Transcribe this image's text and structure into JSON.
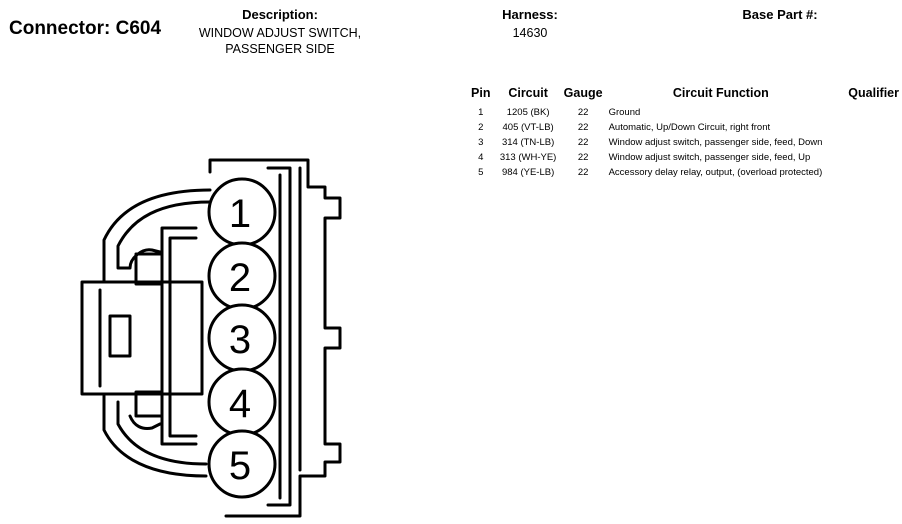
{
  "connector": {
    "label": "Connector: C604"
  },
  "description": {
    "label": "Description:",
    "lines": [
      "WINDOW ADJUST SWITCH,",
      "PASSENGER SIDE"
    ]
  },
  "harness": {
    "label": "Harness:",
    "value": "14630"
  },
  "base_part": {
    "label": "Base Part #:",
    "value": ""
  },
  "table": {
    "headers": {
      "pin": "Pin",
      "circuit": "Circuit",
      "gauge": "Gauge",
      "function": "Circuit Function",
      "qualifier": "Qualifier"
    },
    "rows": [
      {
        "pin": "1",
        "circuit": "1205 (BK)",
        "gauge": "22",
        "function": "Ground",
        "qualifier": ""
      },
      {
        "pin": "2",
        "circuit": "405 (VT-LB)",
        "gauge": "22",
        "function": "Automatic, Up/Down Circuit, right front",
        "qualifier": ""
      },
      {
        "pin": "3",
        "circuit": "314 (TN-LB)",
        "gauge": "22",
        "function": "Window adjust switch, passenger side, feed, Down",
        "qualifier": ""
      },
      {
        "pin": "4",
        "circuit": "313 (WH-YE)",
        "gauge": "22",
        "function": "Window adjust switch, passenger side, feed, Up",
        "qualifier": ""
      },
      {
        "pin": "5",
        "circuit": "984 (YE-LB)",
        "gauge": "22",
        "function": "Accessory delay relay, output, (overload protected)",
        "qualifier": ""
      }
    ]
  },
  "diagram": {
    "pin_labels": [
      "1",
      "2",
      "3",
      "4",
      "5"
    ]
  }
}
